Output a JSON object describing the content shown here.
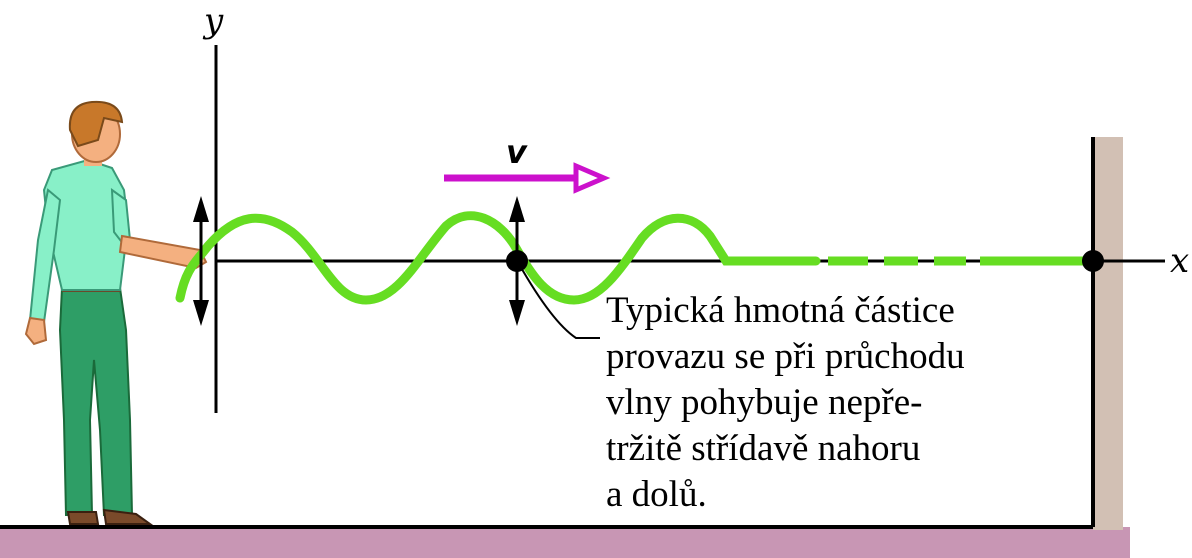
{
  "axes": {
    "y_label": "y",
    "x_label": "x"
  },
  "velocity": {
    "label": "v",
    "color": "#cc11cc"
  },
  "caption": {
    "lines": [
      "Typická hmotná částice",
      "provazu se při průchodu",
      "vlny pohybuje nepře-",
      "tržitě střídavě nahoru",
      "a dolů."
    ]
  },
  "colors": {
    "rope": "#66dd22",
    "floor": "#c896b4",
    "wall": "#d2c0b4",
    "shirt": "#88f0c8",
    "pants": "#2e9e66",
    "skin": "#f4b080",
    "hair": "#c8782a"
  }
}
